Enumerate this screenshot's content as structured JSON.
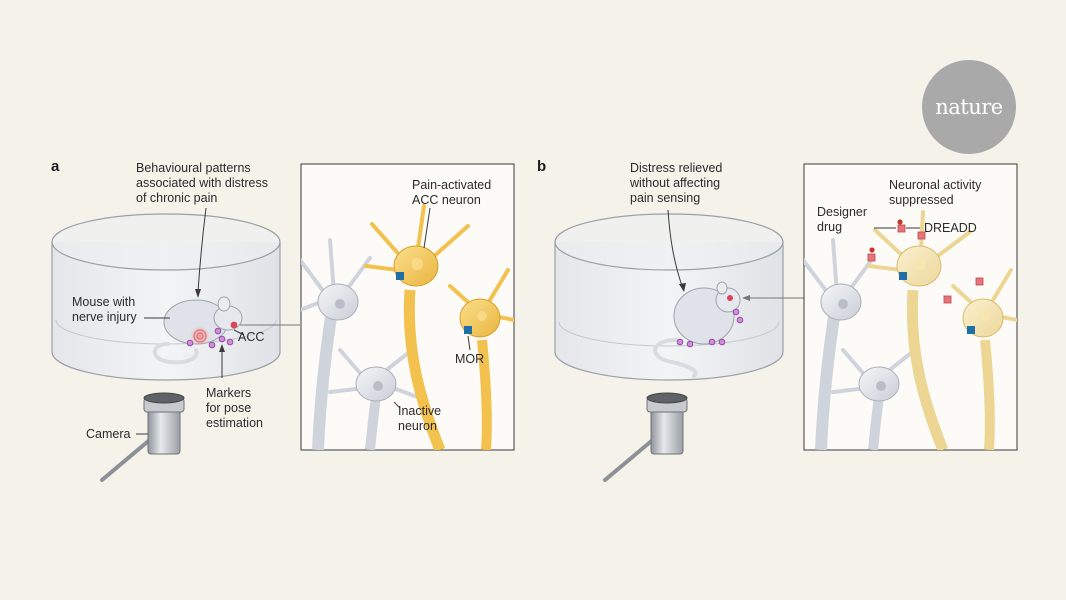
{
  "logo": {
    "text": "nature"
  },
  "colors": {
    "background": "#f4f2e9",
    "active_neuron": "#f2c14e",
    "inactive_neuron": "#dcdfe6",
    "mor_receptor": "#1f6fa6",
    "dreadd": "#e8737a",
    "marker": "#a05bbf"
  },
  "panel_a": {
    "letter": "a",
    "behaviour_label": [
      "Behavioural patterns",
      "associated with distress",
      "of chronic pain"
    ],
    "mouse_label": [
      "Mouse with",
      "nerve injury"
    ],
    "acc_label": "ACC",
    "markers_label": [
      "Markers",
      "for pose",
      "estimation"
    ],
    "camera_label": "Camera",
    "pain_neuron_label": [
      "Pain-activated",
      "ACC neuron"
    ],
    "mor_label": "MOR",
    "inactive_label": [
      "Inactive",
      "neuron"
    ]
  },
  "panel_b": {
    "letter": "b",
    "distress_label": [
      "Distress relieved",
      "without affecting",
      "pain sensing"
    ],
    "activity_label": [
      "Neuronal activity",
      "suppressed"
    ],
    "drug_label": [
      "Designer",
      "drug"
    ],
    "dreadd_label": "DREADD"
  }
}
